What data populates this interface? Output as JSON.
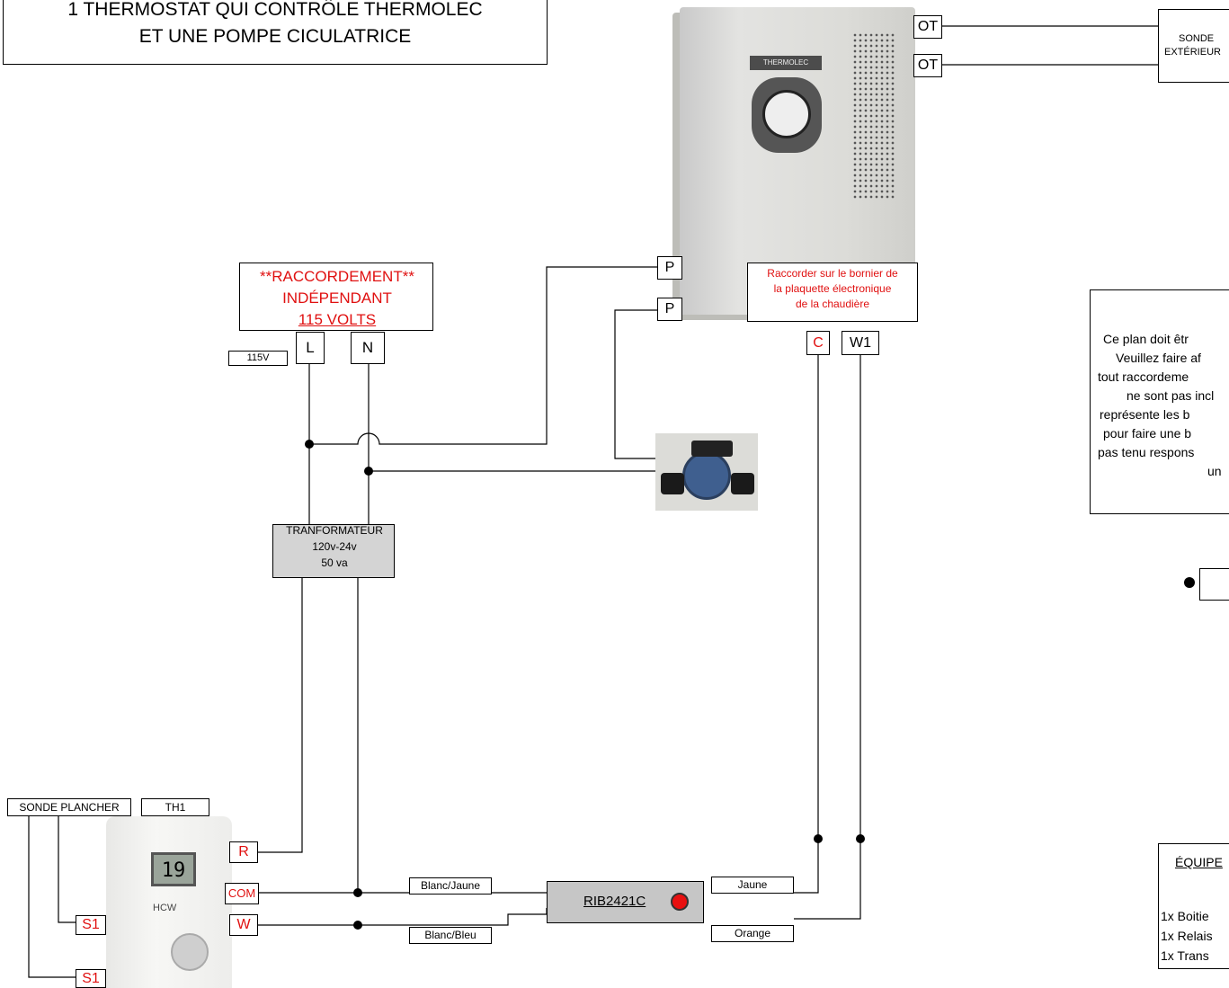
{
  "title": {
    "line1": "1 THERMOSTAT QUI CONTRÔLE THERMOLEC",
    "line2": "ET UNE POMPE CICULATRICE"
  },
  "boiler": {
    "ot_terminals": [
      "OT",
      "OT"
    ],
    "p_terminals": [
      "P",
      "P"
    ],
    "note": [
      "Raccorder sur le bornier de",
      "la plaquette électronique",
      "de la chaudière"
    ],
    "c_label": "C",
    "w1_label": "W1",
    "brand": "THERMOLEC"
  },
  "outdoor_sensor": {
    "line1": "SONDE",
    "line2": "EXTÉRIEUR"
  },
  "power": {
    "lines": [
      "**RACCORDEMENT**",
      "INDÉPENDANT",
      "115 VOLTS"
    ],
    "voltage_label": "115V",
    "l_label": "L",
    "n_label": "N"
  },
  "transformer": {
    "lines": [
      "TRANFORMATEUR",
      "120v-24v",
      "50 va"
    ]
  },
  "thermostat": {
    "floor_sensor_label": "SONDE PLANCHER",
    "th_label": "TH1",
    "r_label": "R",
    "com_label": "COM",
    "w_label": "W",
    "s1_labels": [
      "S1",
      "S1"
    ],
    "display": "19",
    "brand": "HCW"
  },
  "relay": {
    "label": "RIB2421C"
  },
  "wire_labels": {
    "blanc_jaune": "Blanc/Jaune",
    "blanc_bleu": "Blanc/Bleu",
    "jaune": "Jaune",
    "orange": "Orange"
  },
  "notice": {
    "lines": [
      "Ce plan doit êtr",
      "Veuillez faire af",
      "tout raccordeme",
      "ne sont pas incl",
      "représente les b",
      "pour faire une b",
      "pas tenu respons",
      "un"
    ]
  },
  "equipment": {
    "title": "ÉQUIPE",
    "items": [
      "1x Boitie",
      "1x Relais",
      "1x Trans"
    ]
  },
  "colors": {
    "label_red": "#e01010",
    "relay_led": "#e81010",
    "grey_box": "#d4d4d4"
  }
}
